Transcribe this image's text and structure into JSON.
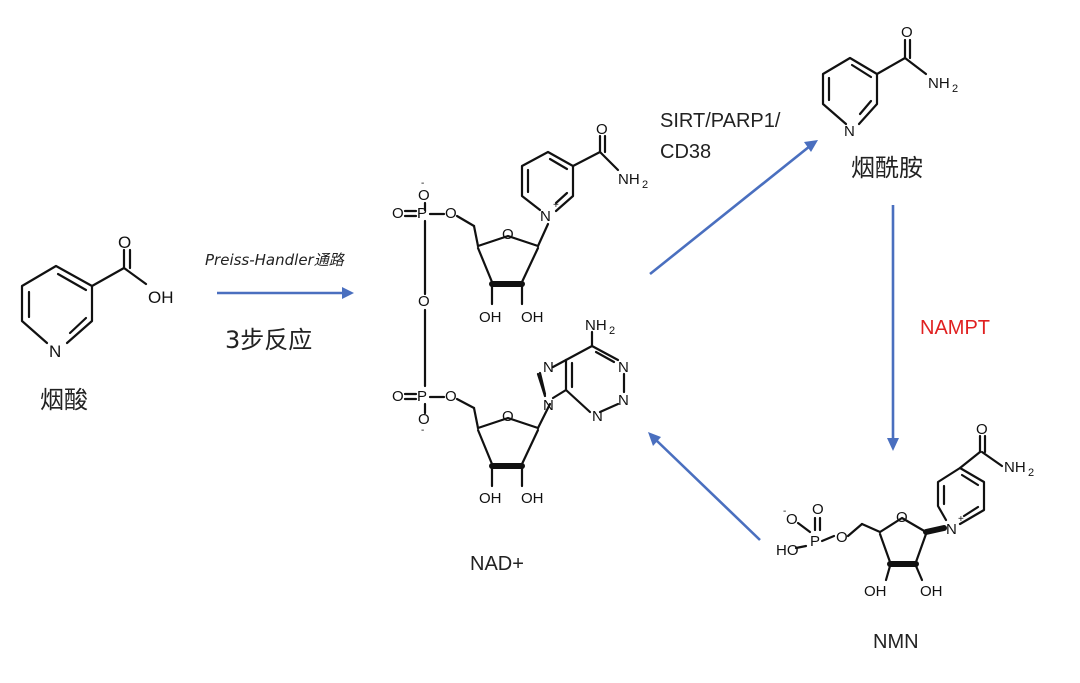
{
  "compounds": {
    "niacin": {
      "label": "烟酸"
    },
    "nicotinamide": {
      "label": "烟酰胺"
    },
    "nad": {
      "label": "NAD+"
    },
    "nmn": {
      "label": "NMN"
    }
  },
  "reactions": {
    "preiss_handler": {
      "pathway": "Preiss-Handler通路",
      "steps": "3步反应"
    },
    "consumption": {
      "line1": "SIRT/PARP1/",
      "line2": "CD38"
    },
    "salvage": {
      "enzyme": "NAMPT",
      "enzyme_color": "#e02020"
    }
  },
  "atoms": {
    "N": "N",
    "O": "O",
    "OH": "OH",
    "HO": "HO",
    "P": "P",
    "NH": "NH",
    "two": "2",
    "minus": "-",
    "plus": "+"
  },
  "colors": {
    "arrow": "#4a6fbf",
    "bond": "#111111"
  }
}
